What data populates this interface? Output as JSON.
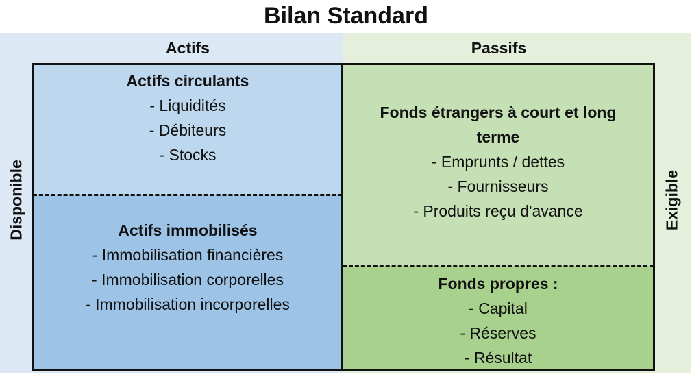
{
  "title": "Bilan Standard",
  "headers": {
    "left": "Actifs",
    "right": "Passifs"
  },
  "side_labels": {
    "left": "Disponible",
    "right": "Exigible"
  },
  "cells": {
    "actifs_circulants": {
      "heading": "Actifs circulants",
      "items": [
        "- Liquidités",
        "- Débiteurs",
        "- Stocks"
      ]
    },
    "actifs_immobilises": {
      "heading": "Actifs immobilisés",
      "items": [
        "- Immobilisation financières",
        "- Immobilisation corporelles",
        "- Immobilisation incorporelles"
      ]
    },
    "fonds_etrangers": {
      "heading_line1": "Fonds étrangers à court et long",
      "heading_line2": "terme",
      "items": [
        "- Emprunts / dettes",
        "- Fournisseurs",
        "- Produits reçu d'avance"
      ]
    },
    "fonds_propres": {
      "heading": "Fonds propres :",
      "items": [
        "- Capital",
        "- Réserves",
        "- Résultat"
      ]
    }
  },
  "colors": {
    "band_left": "#dce9f5",
    "band_right": "#e4f0dc",
    "actifs_circulants": "#bdd7ee",
    "actifs_immobilises": "#9dc3e6",
    "fonds_etrangers": "#c5e0b4",
    "fonds_propres": "#a9d18e"
  }
}
